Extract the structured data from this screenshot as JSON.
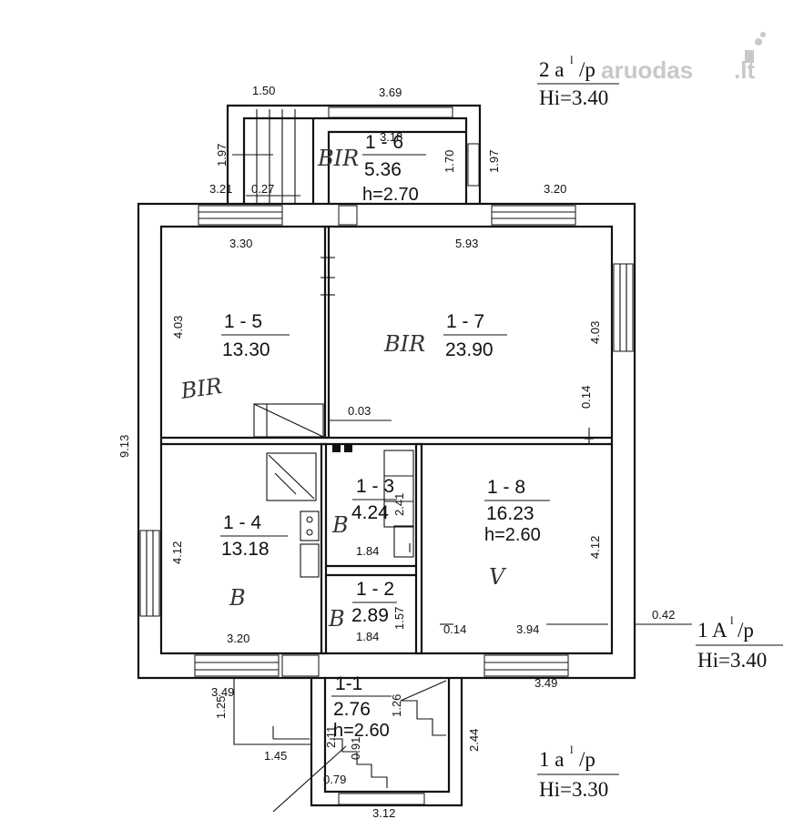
{
  "watermark": "aruodas",
  "watermark_suffix": ".lt",
  "floor_labels": [
    {
      "main": "2 a",
      "sup": "l",
      "tail": "/p",
      "hi": "Hi=3.40"
    },
    {
      "main": "1 A",
      "sup": "l",
      "tail": "/p",
      "hi": "Hi=3.40"
    },
    {
      "main": "1 a",
      "sup": "l",
      "tail": "/p",
      "hi": "Hi=3.30"
    }
  ],
  "rooms": [
    {
      "id": "1 - 6",
      "area": "5.36",
      "height": "h=2.70"
    },
    {
      "id": "1 - 5",
      "area": "13.30",
      "height": ""
    },
    {
      "id": "1 - 7",
      "area": "23.90",
      "height": ""
    },
    {
      "id": "1 - 4",
      "area": "13.18",
      "height": ""
    },
    {
      "id": "1 - 3",
      "area": "4.24",
      "height": ""
    },
    {
      "id": "1 - 8",
      "area": "16.23",
      "height": "h=2.60"
    },
    {
      "id": "1 - 2",
      "area": "2.89",
      "height": ""
    },
    {
      "id": "1-1",
      "area": "2.76",
      "height": "h=2.60"
    }
  ],
  "handwritten": [
    "BIR",
    "BIR",
    "BIR",
    "B",
    "B",
    "B",
    "V"
  ],
  "dimensions": [
    "1.50",
    "3.69",
    "3.18",
    "1.97",
    "1.70",
    "1.97",
    "3.21",
    "0.27",
    "3.20",
    "3.30",
    "5.93",
    "4.03",
    "4.03",
    "9.13",
    "0.03",
    "0.14",
    "4.12",
    "2.41",
    "1.84",
    "4.12",
    "1.57",
    "1.84",
    "0.14",
    "3.94",
    "0.42",
    "3.20",
    "3.49",
    "3.49",
    "1.25",
    "1.45",
    "1.26",
    "2.44",
    "2.11",
    "0.91",
    "0.79",
    "3.12"
  ]
}
